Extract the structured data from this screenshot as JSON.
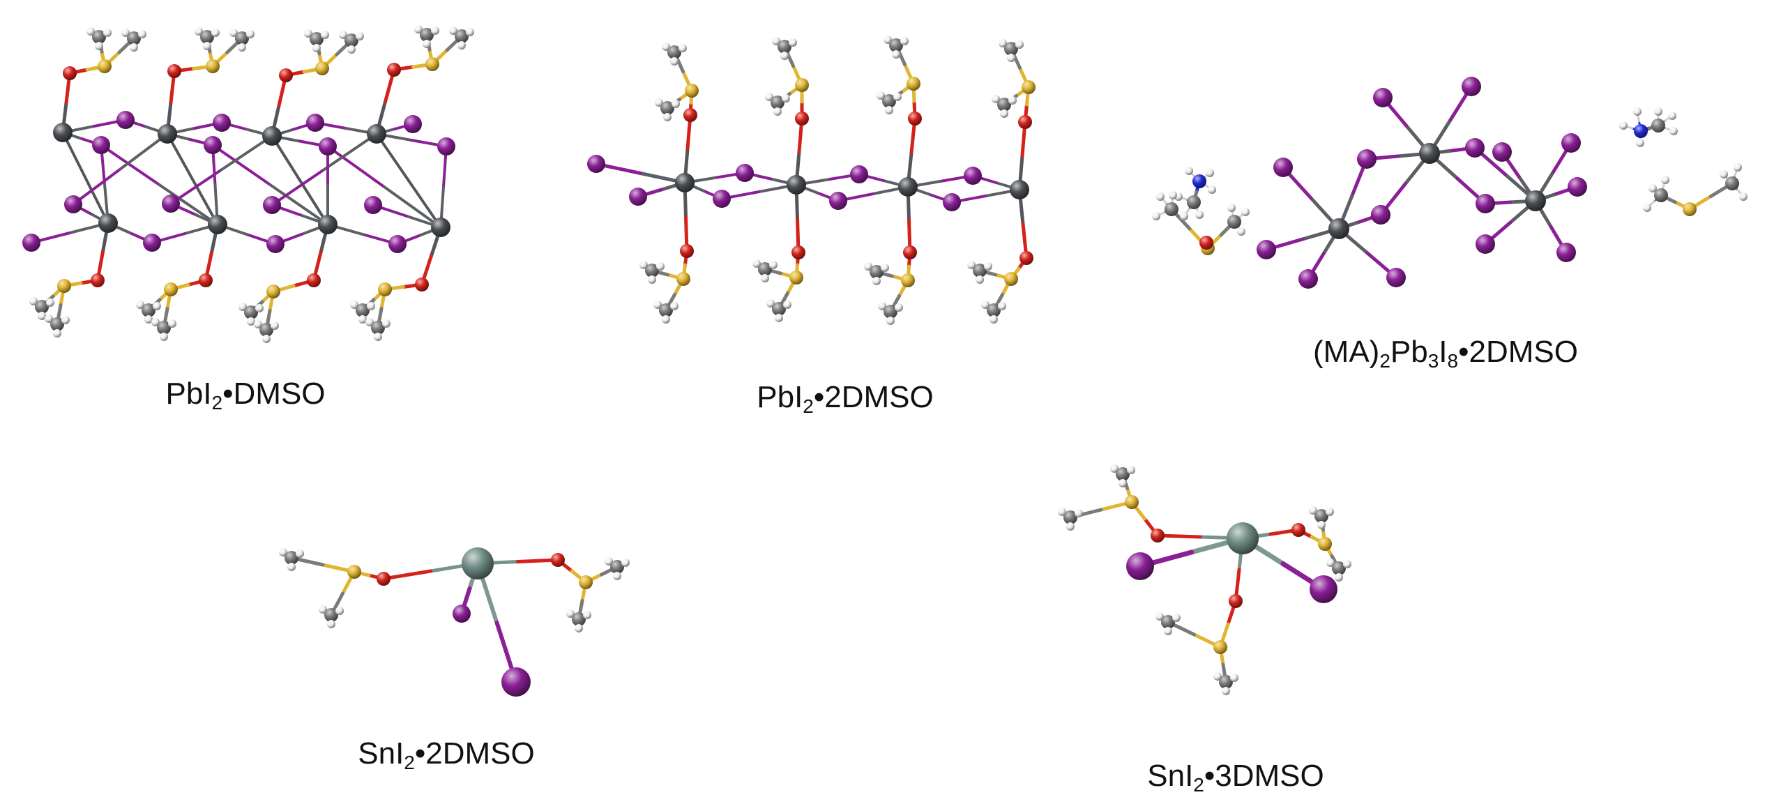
{
  "figure": {
    "panels": [
      {
        "id": "pbi2-dmso",
        "label": [
          "PbI",
          {
            "sub": "2"
          },
          "•DMSO"
        ]
      },
      {
        "id": "pbi2-2dmso",
        "label": [
          "PbI",
          {
            "sub": "2"
          },
          "•2DMSO"
        ]
      },
      {
        "id": "ma2pb3i8-2dmso",
        "label": [
          "(MA)",
          {
            "sub": "2"
          },
          "Pb",
          {
            "sub": "3"
          },
          "I",
          {
            "sub": "8"
          },
          "•2DMSO"
        ]
      },
      {
        "id": "sni2-2dmso",
        "label": [
          "SnI",
          {
            "sub": "2"
          },
          "•2DMSO"
        ]
      },
      {
        "id": "sni2-3dmso",
        "label": [
          "SnI",
          {
            "sub": "2"
          },
          "•3DMSO"
        ]
      }
    ],
    "atom_colors": {
      "Pb": "#4a4d52",
      "Sn": "#6f8c84",
      "I": "#8a1f96",
      "O": "#d4221a",
      "S": "#e0b530",
      "C": "#7a7a7a",
      "H": "#f2f2f2",
      "N": "#1e2ad6"
    },
    "bond_color_I": "#8a1f96"
  }
}
